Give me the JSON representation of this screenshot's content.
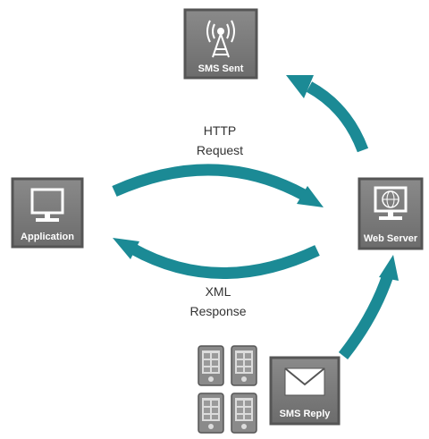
{
  "colors": {
    "arrow": "#1b8a95",
    "box_fill": "#7a7a7a",
    "box_border": "#5a5a5a",
    "icon": "#ffffff",
    "label_text": "#333333"
  },
  "nodes": {
    "sms_sent": {
      "label": "SMS Sent",
      "icon": "antenna-icon"
    },
    "application": {
      "label": "Application",
      "icon": "monitor-icon"
    },
    "web_server": {
      "label": "Web Server",
      "icon": "globe-monitor-icon"
    },
    "sms_reply": {
      "label": "SMS Reply",
      "icon": "envelope-icon"
    },
    "phones": {
      "icon": "phone-icon",
      "count": 4
    }
  },
  "flows": {
    "http_request": {
      "line1": "HTTP",
      "line2": "Request"
    },
    "xml_response": {
      "line1": "XML",
      "line2": "Response"
    }
  }
}
